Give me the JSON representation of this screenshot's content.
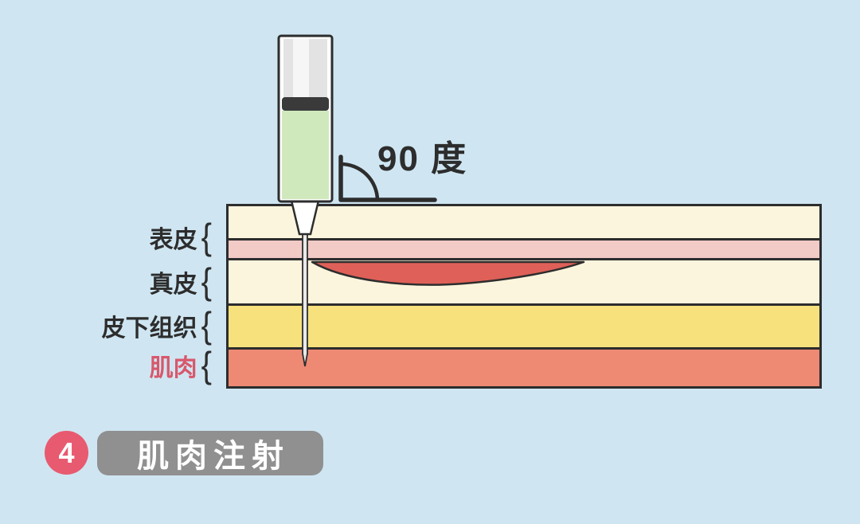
{
  "angle": {
    "label": "90 度"
  },
  "brace_glyph": "{",
  "layer_labels": [
    {
      "text": "表皮",
      "color": "#2d2d2d"
    },
    {
      "text": "真皮",
      "color": "#2d2d2d"
    },
    {
      "text": "皮下组织",
      "color": "#2d2d2d"
    },
    {
      "text": "肌肉",
      "color": "#d8586c"
    }
  ],
  "layers": [
    {
      "name": "epidermis",
      "color": "#fcf5dd"
    },
    {
      "name": "dermis-upper-strip",
      "color": "#f2cac6"
    },
    {
      "name": "dermis",
      "color": "#fcf5dd"
    },
    {
      "name": "subcutaneous-tissue",
      "color": "#f6e17c"
    },
    {
      "name": "muscle",
      "color": "#ee8a74"
    }
  ],
  "badge": {
    "number": "4",
    "title": "肌肉注射",
    "circle_color": "#e85a70",
    "pill_color": "#909090"
  },
  "colors": {
    "background": "#cfe6f2",
    "outline": "#2d2d2d",
    "syringe_liquid": "#cfe9bd",
    "plunger_stopper": "#3a3a3a",
    "medicine_depot": "#df6058"
  }
}
